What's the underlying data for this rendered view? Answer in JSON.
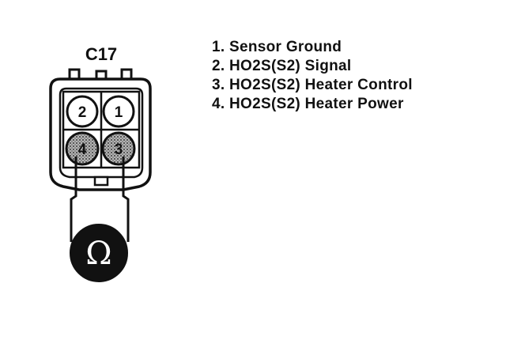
{
  "connector": {
    "id": "C17",
    "pins": [
      {
        "number": "1"
      },
      {
        "number": "2"
      },
      {
        "number": "3"
      },
      {
        "number": "4"
      }
    ]
  },
  "meter": {
    "symbol": "Ω",
    "icon": "ohmmeter-icon"
  },
  "legend": {
    "items": [
      {
        "label": "1. Sensor Ground"
      },
      {
        "label": "2. HO2S(S2) Signal"
      },
      {
        "label": "3. HO2S(S2) Heater Control"
      },
      {
        "label": "4. HO2S(S2) Heater Power"
      }
    ]
  },
  "colors": {
    "ink": "#111111",
    "probed_pin": "#8a8a8a",
    "meter_fill": "#111111",
    "meter_symbol": "#ffffff"
  }
}
